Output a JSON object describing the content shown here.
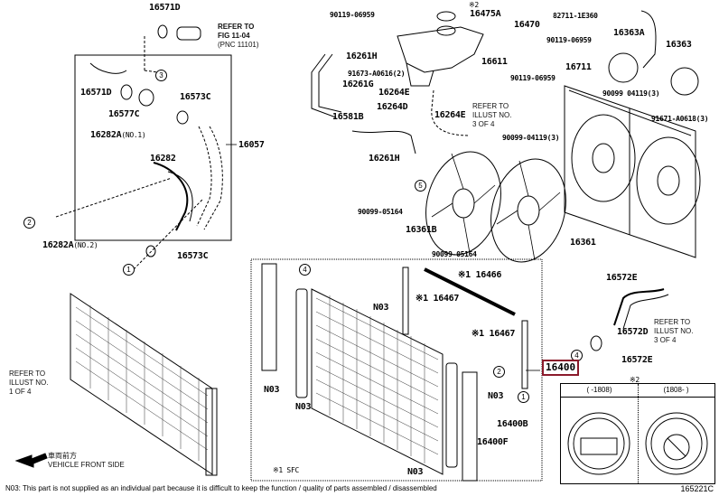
{
  "diagram": {
    "figure_id": "165221C",
    "footnote": "N03: This part is not supplied as an individual part because it is difficult to keep the function / quality of parts assembled / disassembled",
    "vehicle_front": {
      "jp": "車両前方",
      "en": "VEHICLE FRONT SIDE"
    },
    "refer_notes": {
      "top_left": [
        "REFER TO",
        "FIG 11-04",
        "(PNC 11101)"
      ],
      "center": [
        "REFER TO",
        "ILLUST NO.",
        "3 OF 4"
      ],
      "right": [
        "REFER TO",
        "ILLUST NO.",
        "3 OF 4"
      ],
      "left_radiator": [
        "REFER TO",
        "ILLUST NO.",
        "1 OF 4"
      ]
    },
    "callout_numbers": [
      "1",
      "2",
      "3",
      "4",
      "5"
    ],
    "highlighted_part": "16400",
    "labels": {
      "p16571D_top": "16571D",
      "p16571D": "16571D",
      "p16577C": "16577C",
      "p16573C_top": "16573C",
      "p16282A_no1": "16282A",
      "no1": "(NO.1)",
      "p16282": "16282",
      "p16057": "16057",
      "p16282A_no2": "16282A",
      "no2": "(NO.2)",
      "p16573C_bot": "16573C",
      "p90119_a": "90119-06959",
      "p16475A": "16475A",
      "mark2_cap": "※2",
      "p16470": "16470",
      "p16261H_top": "16261H",
      "p91673": "91673-A0616(2)",
      "p16261G": "16261G",
      "p16611": "16611",
      "p90119_b": "90119-06959",
      "p90119_c": "90119-06959",
      "p16264E_a": "16264E",
      "p16264D": "16264D",
      "p16581B": "16581B",
      "p16264E_b": "16264E",
      "p16261H_bot": "16261H",
      "p90099_05164_a": "90099-05164",
      "p16361B": "16361B",
      "p90099_05164_b": "90099-05164",
      "p16361": "16361",
      "p90099_04119_a": "90099-04119(3)",
      "p82711": "82711-1E360",
      "p16363A": "16363A",
      "p16363": "16363",
      "p16711": "16711",
      "p90099_04119_b": "90099 04119(3)",
      "p91671": "91671-A0618(3)",
      "p16466": "※1 16466",
      "p16467_a": "※1 16467",
      "p16467_b": "※1 16467",
      "n03_1": "N03",
      "n03_2": "N03",
      "n03_3": "N03",
      "n03_4": "N03",
      "n03_5": "N03",
      "p16400B": "16400B",
      "p16400F": "16400F",
      "sfc": "※1 SFC",
      "p16572E_a": "16572E",
      "p16572D": "16572D",
      "p16572E_b": "16572E"
    },
    "inset": {
      "mark": "※2",
      "left_range": "(    -1808)",
      "right_range": "(1808-    )"
    }
  }
}
